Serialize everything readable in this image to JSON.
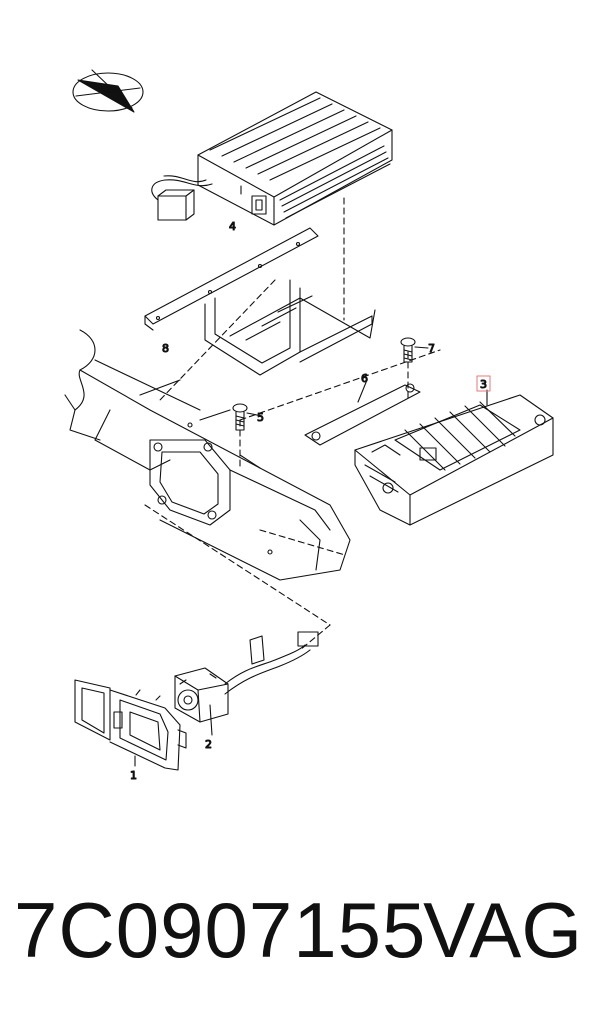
{
  "callouts": [
    {
      "id": "1",
      "label": "1"
    },
    {
      "id": "2",
      "label": "2"
    },
    {
      "id": "3",
      "label": "3"
    },
    {
      "id": "4",
      "label": "4"
    },
    {
      "id": "5",
      "label": "5"
    },
    {
      "id": "6",
      "label": "6"
    },
    {
      "id": "7",
      "label": "7"
    },
    {
      "id": "8",
      "label": "8"
    }
  ],
  "footer": {
    "part_number": "7C0907155",
    "brand": "VAG"
  },
  "highlight_color": "#e07a7a",
  "line_color": "#111111"
}
